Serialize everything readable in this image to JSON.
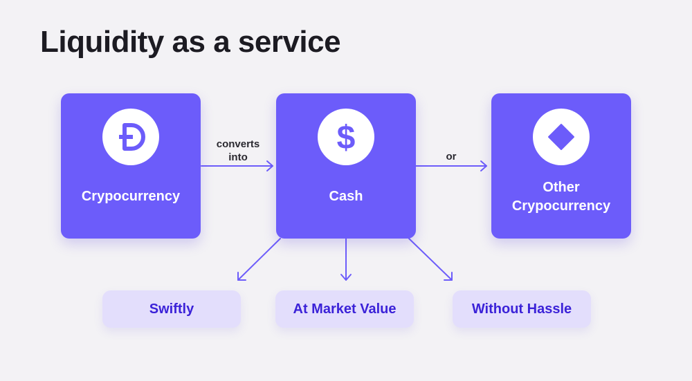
{
  "title": "Liquidity as a service",
  "colors": {
    "node": "#6c5cfa",
    "pill": "#e3defc",
    "pill_text": "#3b22d8",
    "arrow": "#6c5cfa",
    "background": "#f3f2f5"
  },
  "nodes": [
    {
      "label": "Crypocurrency",
      "icon": "dogecoin-icon"
    },
    {
      "label": "Cash",
      "icon": "dollar-icon"
    },
    {
      "label_line1": "Other",
      "label_line2": "Crypocurrency",
      "icon": "diamond-icon"
    }
  ],
  "edges": [
    {
      "from": "Crypocurrency",
      "to": "Cash",
      "label_line1": "converts",
      "label_line2": "into"
    },
    {
      "from": "Cash",
      "to": "Other Crypocurrency",
      "label": "or"
    }
  ],
  "outcomes": [
    "Swiftly",
    "At Market Value",
    "Without Hassle"
  ]
}
